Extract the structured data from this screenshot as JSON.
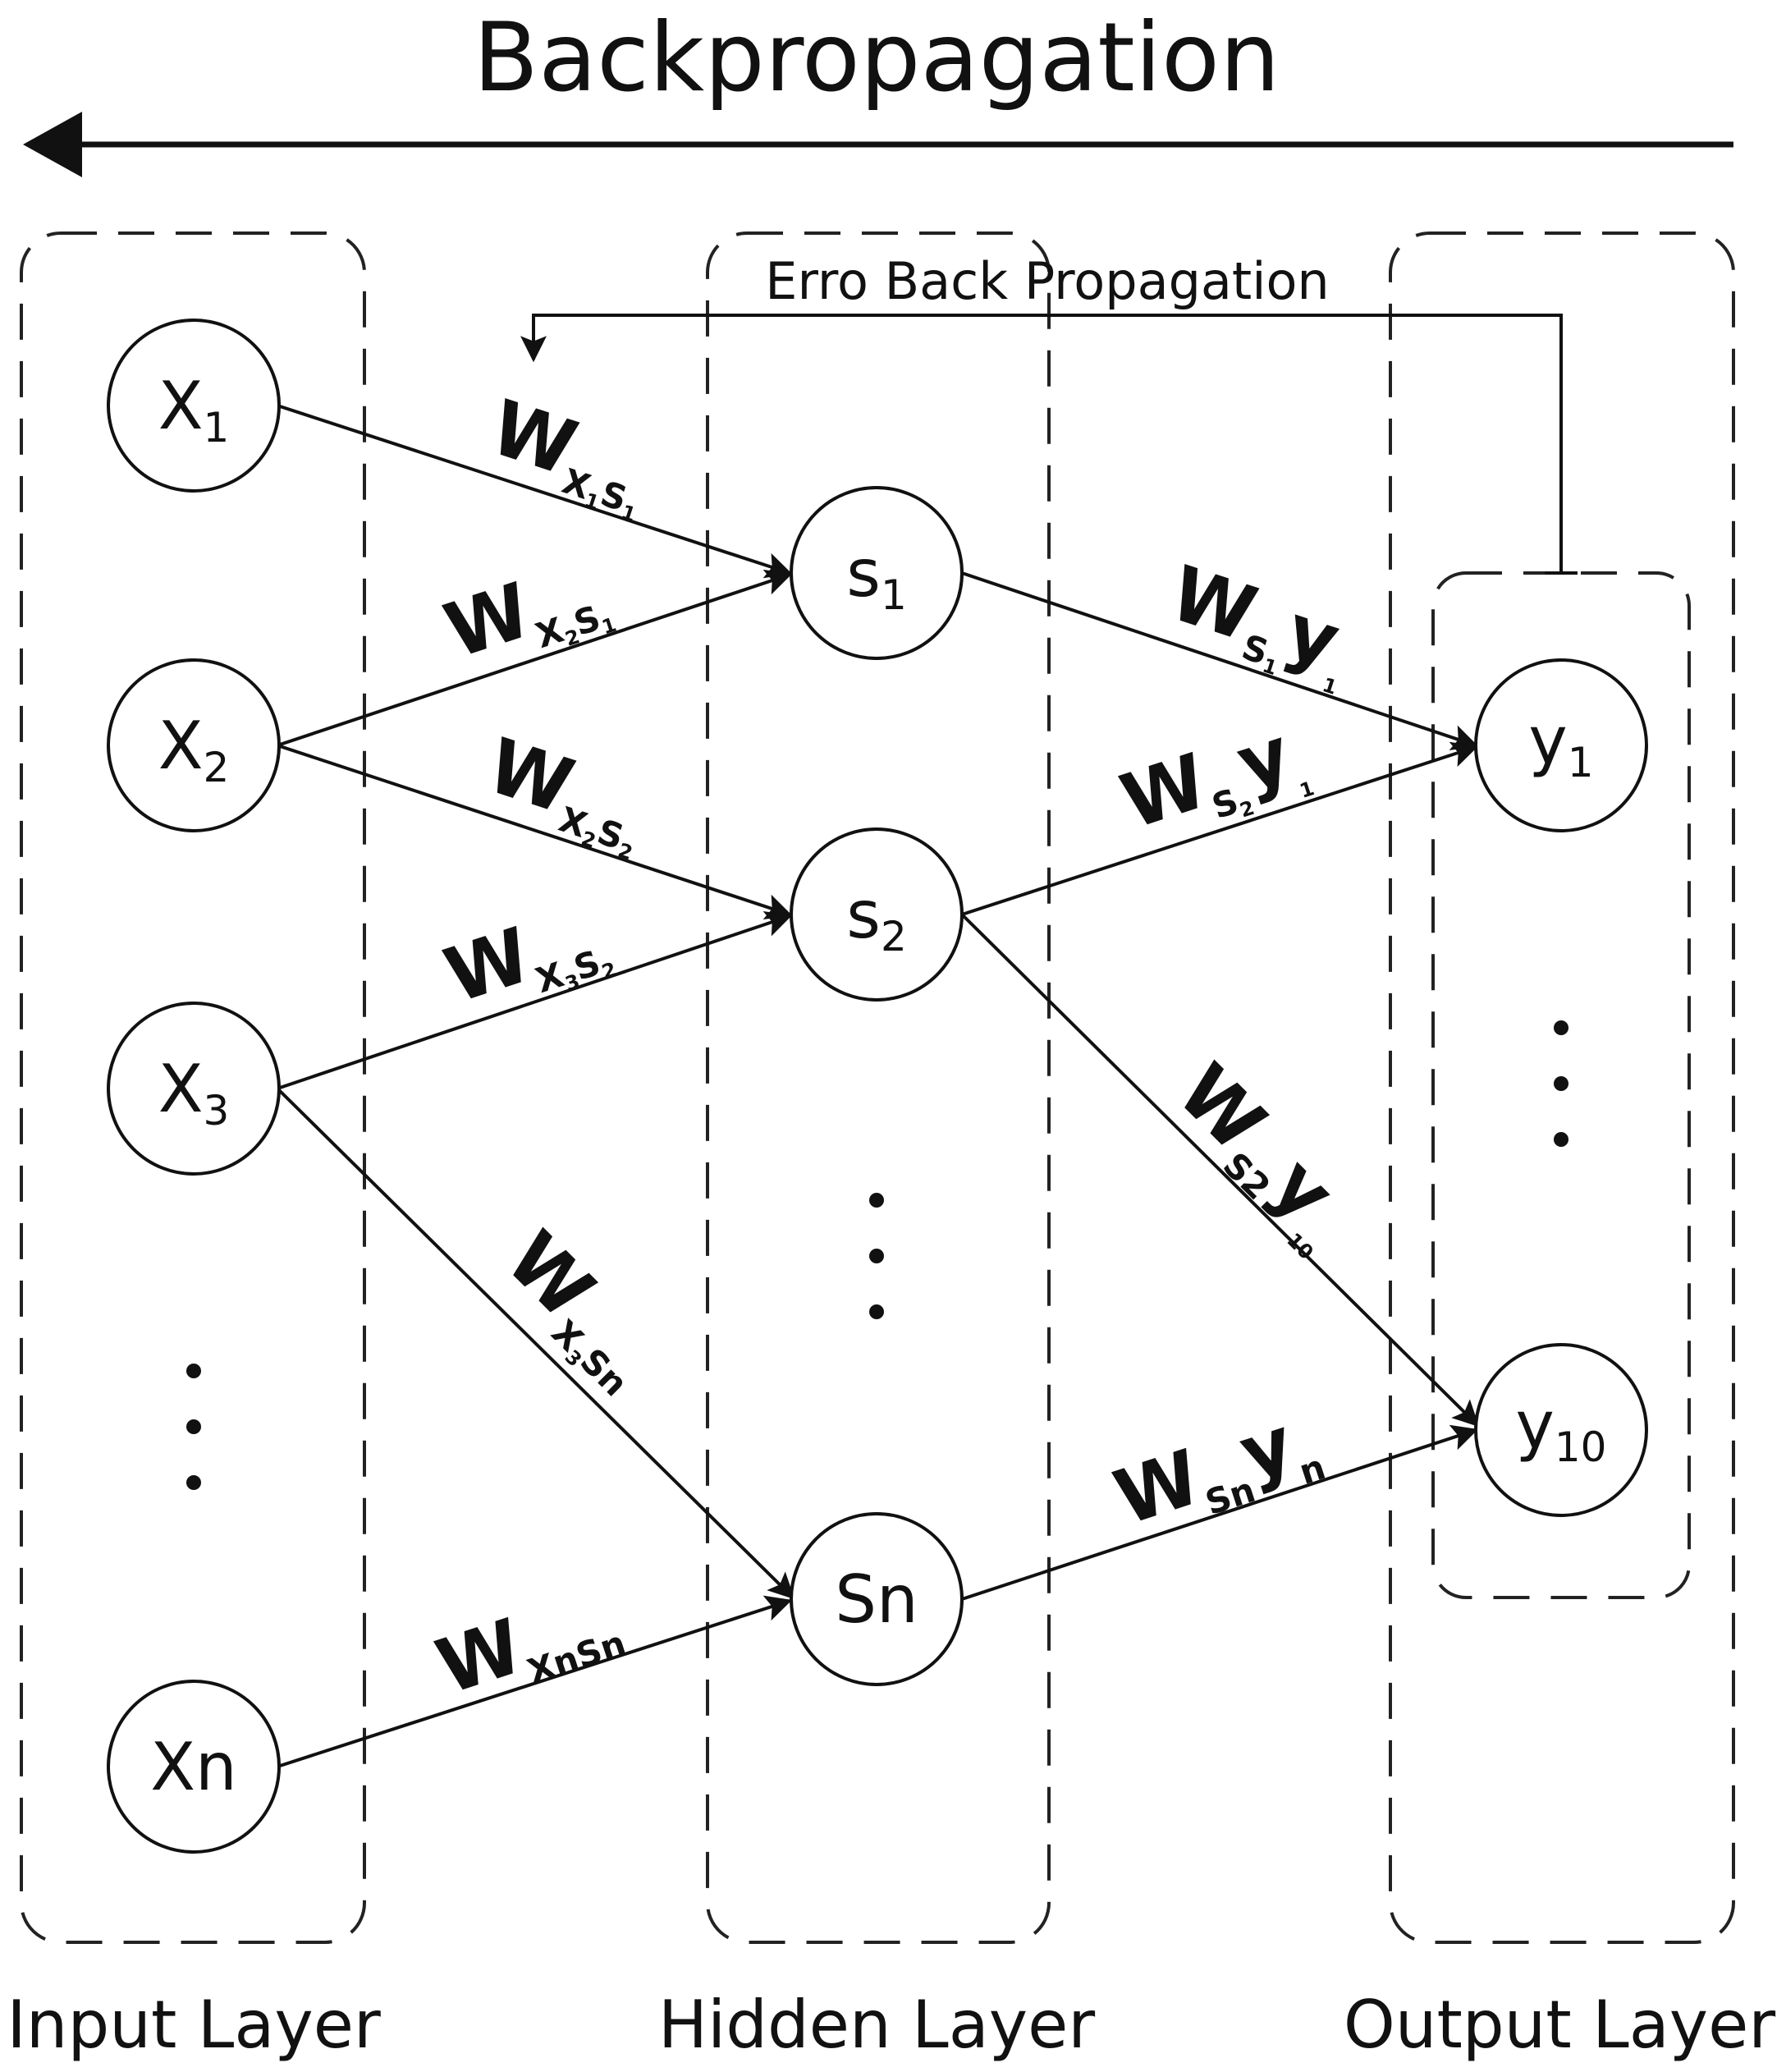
{
  "title": "Backpropagation",
  "feedback_label": "Erro Back Propagation",
  "layers": {
    "input": "Input Layer",
    "hidden": "Hidden Layer",
    "output": "Output Layer"
  },
  "nodes": {
    "x1": {
      "main": "X",
      "sub": "1"
    },
    "x2": {
      "main": "X",
      "sub": "2"
    },
    "x3": {
      "main": "X",
      "sub": "3"
    },
    "xn": {
      "main": "Xn",
      "sub": ""
    },
    "s1": {
      "main": "s",
      "sub": "1"
    },
    "s2": {
      "main": "s",
      "sub": "2"
    },
    "sn": {
      "main": "Sn",
      "sub": ""
    },
    "y1": {
      "main": "y",
      "sub": "1"
    },
    "y10": {
      "main": "y",
      "sub": "10"
    }
  },
  "weights": {
    "x1s1": {
      "main": "W",
      "sub": "X",
      "sub2": "1",
      "sub3": "S",
      "sub4": "1"
    },
    "x2s1": {
      "main": "W",
      "sub": "X",
      "sub2": "2",
      "sub3": "S",
      "sub4": "1"
    },
    "x2s2": {
      "main": "W",
      "sub": "X",
      "sub2": "2",
      "sub3": "S",
      "sub4": "2"
    },
    "x3s2": {
      "main": "W",
      "sub": "X",
      "sub2": "3",
      "sub3": "S",
      "sub4": "2"
    },
    "x3sn": {
      "main": "W",
      "sub": "X",
      "sub2": "3",
      "sub3": "Sn",
      "sub4": ""
    },
    "xnsn": {
      "main": "W",
      "sub": "XnSn",
      "sub2": "",
      "sub3": "",
      "sub4": ""
    },
    "s1y1": {
      "main": "W",
      "sub": "S",
      "sub2": "1",
      "sub3": "y",
      "sub4": "1"
    },
    "s2y1": {
      "main": "W",
      "sub": "S",
      "sub2": "2",
      "sub3": "y",
      "sub4": "1"
    },
    "s2y10": {
      "main": "W",
      "sub": "S2",
      "sub2": "",
      "sub3": "y",
      "sub4": "10"
    },
    "sny": {
      "main": "W",
      "sub": "Sn",
      "sub2": "",
      "sub3": "y",
      "sub4": "n"
    }
  }
}
